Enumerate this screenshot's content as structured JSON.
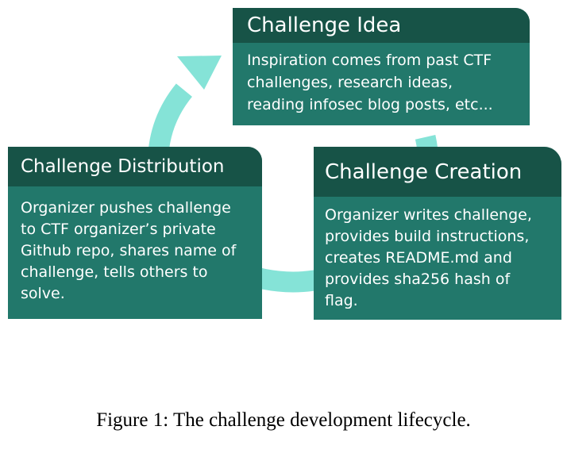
{
  "colors": {
    "arc": "#85e3d7",
    "card_body": "#22786b",
    "card_header": "#175347",
    "text": "#ffffff"
  },
  "cards": {
    "idea": {
      "title": "Challenge Idea",
      "lines": [
        "Inspiration comes from past CTF",
        "challenges, research ideas,",
        "reading infosec blog posts, etc..."
      ]
    },
    "distribution": {
      "title": "Challenge Distribution",
      "lines": [
        "Organizer pushes challenge",
        "to CTF organizer’s private",
        "Github repo, shares name of",
        "challenge, tells others to",
        "solve."
      ]
    },
    "creation": {
      "title": "Challenge Creation",
      "lines": [
        "Organizer writes challenge,",
        "provides build instructions,",
        "creates README.md and",
        "provides sha256 hash of",
        "flag."
      ]
    }
  },
  "caption": "Figure 1: The challenge development lifecycle."
}
